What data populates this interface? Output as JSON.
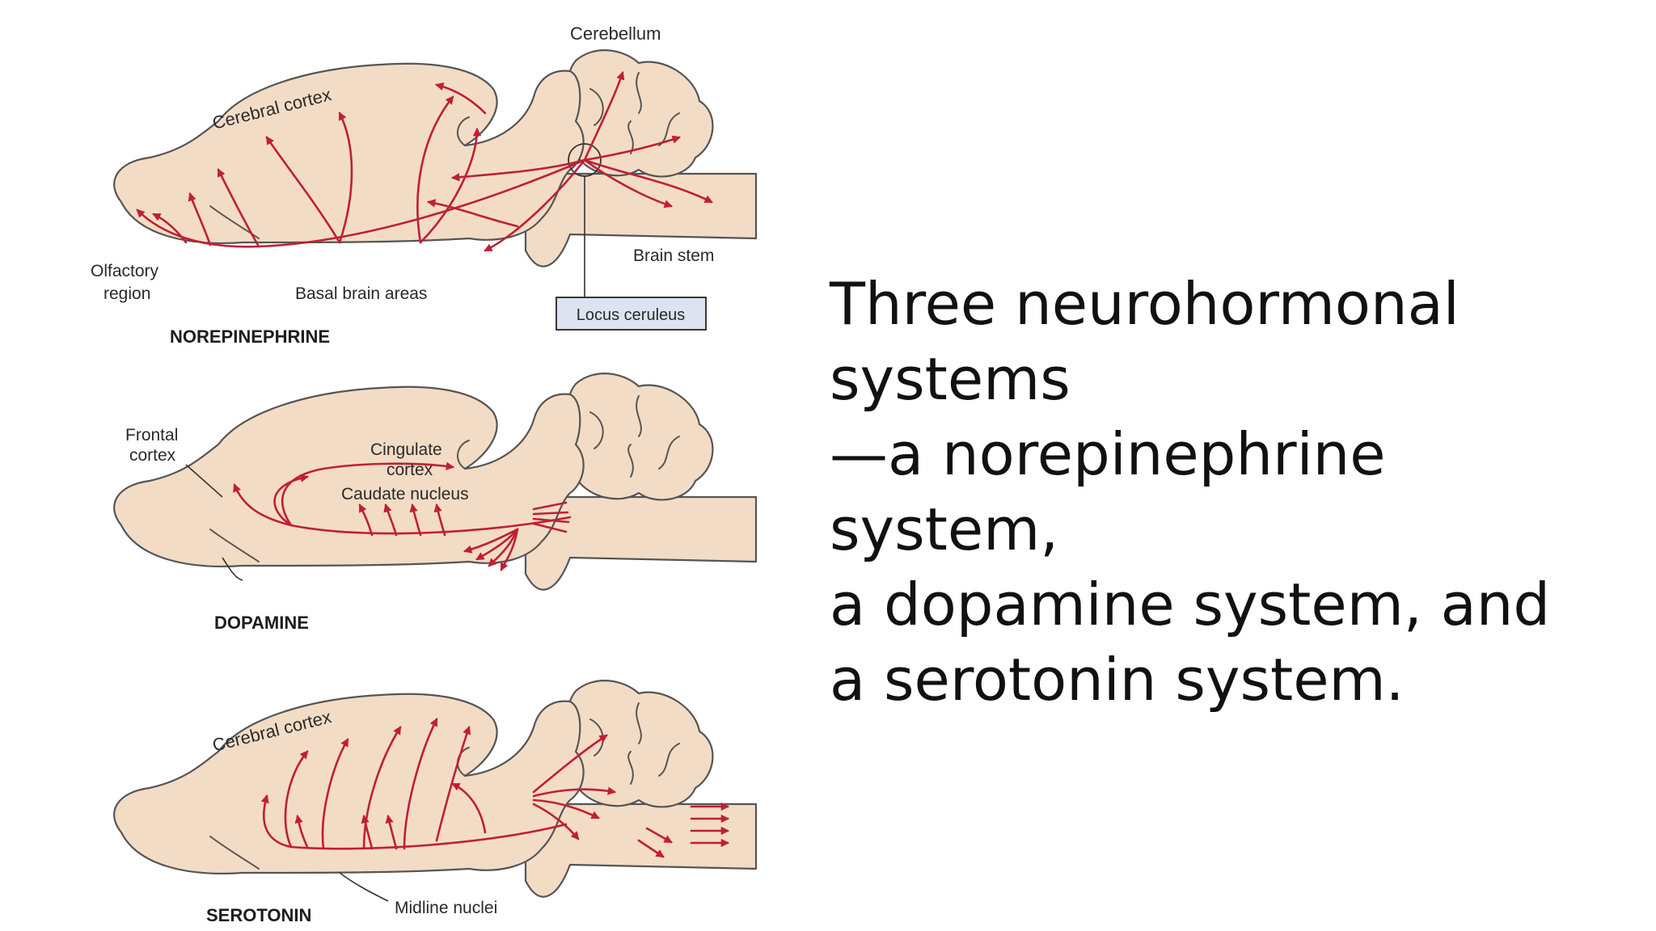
{
  "figure": {
    "norepinephrine": {
      "caption": "NOREPINEPHRINE",
      "labels": {
        "cerebellum": "Cerebellum",
        "cerebral_cortex": "Cerebral cortex",
        "olfactory_line1": "Olfactory",
        "olfactory_line2": "region",
        "basal": "Basal brain areas",
        "brain_stem": "Brain stem",
        "locus": "Locus ceruleus"
      }
    },
    "dopamine": {
      "caption": "DOPAMINE",
      "labels": {
        "frontal_line1": "Frontal",
        "frontal_line2": "cortex",
        "cingulate_line1": "Cingulate",
        "cingulate_line2": "cortex",
        "caudate": "Caudate nucleus"
      }
    },
    "serotonin": {
      "caption": "SEROTONIN",
      "labels": {
        "cerebral_cortex": "Cerebral cortex",
        "midline": "Midline nuclei"
      }
    }
  },
  "slide_text": {
    "line1": "Three neurohormonal",
    "line2": "systems",
    "line3": "—a norepinephrine",
    "line4": "system,",
    "line5": "a dopamine system, and",
    "line6": "a serotonin system."
  },
  "colors": {
    "tissue": "#f3dcc6",
    "pathway": "#c01f35",
    "label_box": "#dde3f0"
  }
}
